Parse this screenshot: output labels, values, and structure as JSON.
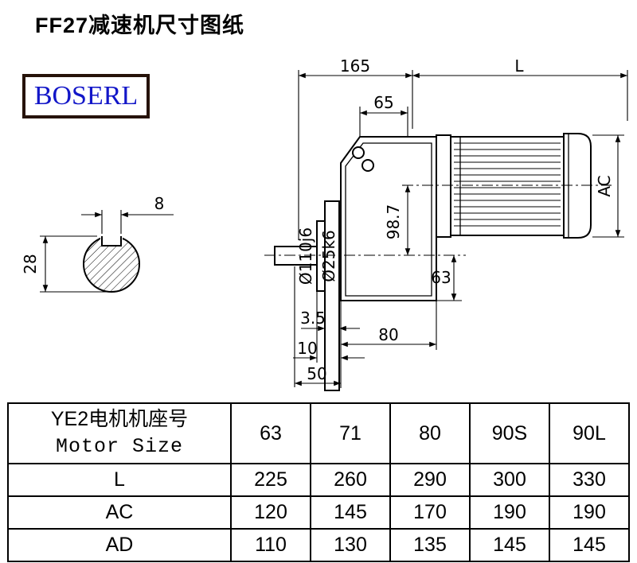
{
  "page": {
    "title": "FF27减速机尺寸图纸",
    "brand": "BOSERL"
  },
  "drawing": {
    "dims": {
      "top_width": "165",
      "motor_length": "L",
      "top_inner": "65",
      "motor_height": "AC",
      "flange_spigot": "Ø110j6",
      "shaft_dia": "Ø25k6",
      "axis_height": "98.7",
      "below_axis": "63",
      "gap": "3.5",
      "housing_width": "80",
      "hub_depth": "10",
      "shaft_length": "50",
      "key_width": "8",
      "key_section": "28"
    }
  },
  "table": {
    "header": {
      "line1": "YE2电机机座号",
      "line2": "Motor Size"
    },
    "columns": [
      "63",
      "71",
      "80",
      "90S",
      "90L"
    ],
    "rows": [
      {
        "label": "L",
        "values": [
          "225",
          "260",
          "290",
          "300",
          "330"
        ]
      },
      {
        "label": "AC",
        "values": [
          "120",
          "145",
          "170",
          "190",
          "190"
        ]
      },
      {
        "label": "AD",
        "values": [
          "110",
          "130",
          "135",
          "145",
          "145"
        ]
      }
    ]
  }
}
